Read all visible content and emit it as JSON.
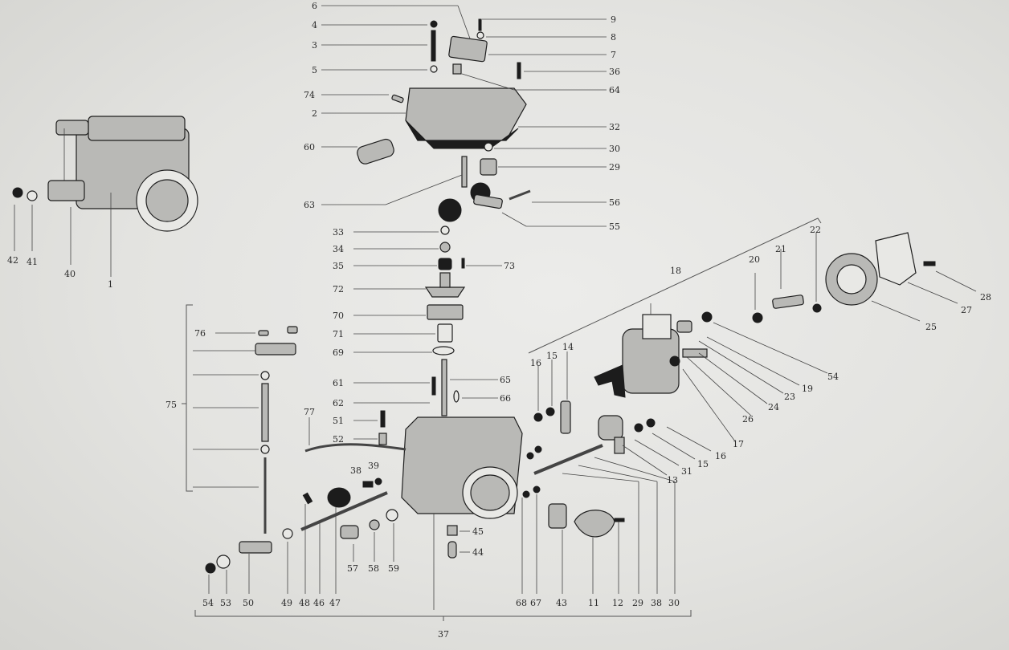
{
  "plate": {
    "bg_color": "#e6e6e3",
    "ink_color": "#2a2a2a"
  },
  "labels": {
    "l1": "1",
    "l2": "2",
    "l3": "3",
    "l4": "4",
    "l5": "5",
    "l6": "6",
    "l7": "7",
    "l8": "8",
    "l9": "9",
    "l11": "11",
    "l12": "12",
    "l13": "13",
    "l14": "14",
    "l15": "15",
    "l15b": "15",
    "l16": "16",
    "l16b": "16",
    "l17": "17",
    "l18": "18",
    "l19": "19",
    "l20": "20",
    "l21": "21",
    "l22": "22",
    "l23": "23",
    "l24": "24",
    "l25": "25",
    "l26": "26",
    "l27": "27",
    "l28": "28",
    "l29": "29",
    "l29b": "29",
    "l30": "30",
    "l30b": "30",
    "l31": "31",
    "l32": "32",
    "l33": "33",
    "l34": "34",
    "l35": "35",
    "l36": "36",
    "l37": "37",
    "l38": "38",
    "l38b": "38",
    "l39": "39",
    "l40": "40",
    "l41": "41",
    "l42": "42",
    "l43": "43",
    "l44": "44",
    "l45": "45",
    "l46": "46",
    "l47": "47",
    "l48": "48",
    "l49": "49",
    "l50": "50",
    "l51": "51",
    "l52": "52",
    "l53": "53",
    "l54": "54",
    "l54b": "54",
    "l55": "55",
    "l56": "56",
    "l57": "57",
    "l58": "58",
    "l59": "59",
    "l60": "60",
    "l61": "61",
    "l62": "62",
    "l63": "63",
    "l64": "64",
    "l65": "65",
    "l66": "66",
    "l67": "67",
    "l68": "68",
    "l69": "69",
    "l70": "70",
    "l71": "71",
    "l72": "72",
    "l73": "73",
    "l74": "74",
    "l75": "75",
    "l76": "76",
    "l77": "77"
  }
}
